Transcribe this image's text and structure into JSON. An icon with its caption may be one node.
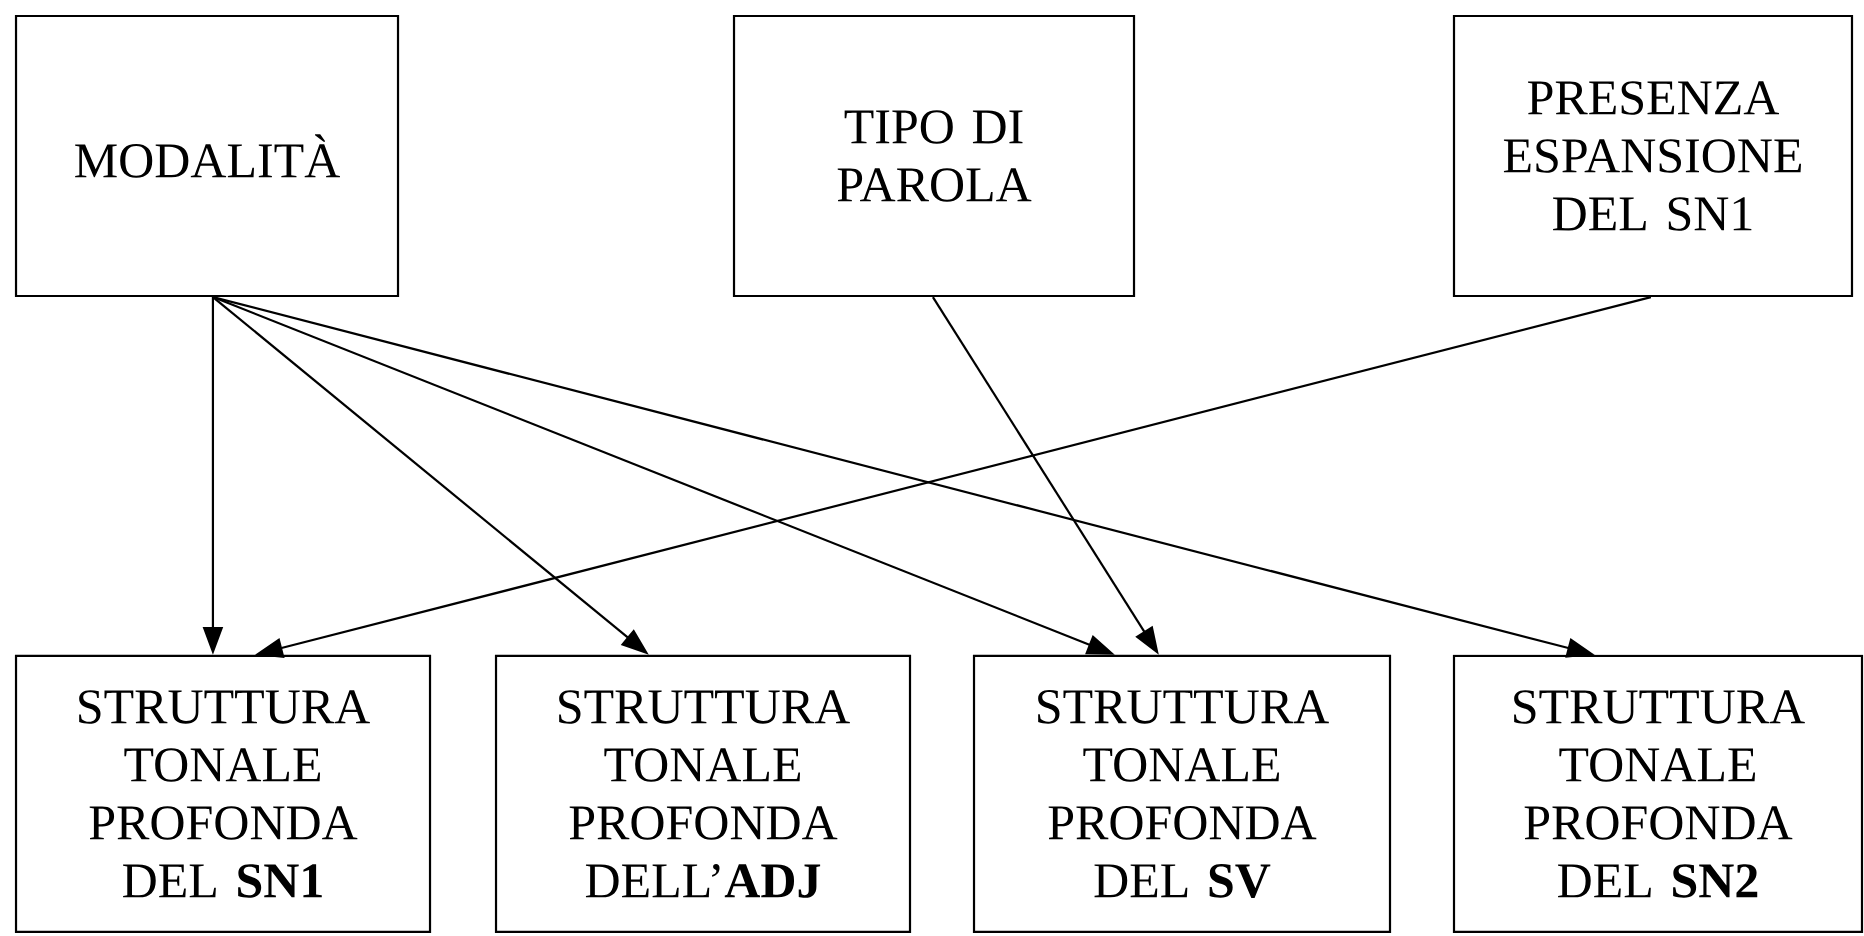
{
  "diagram": {
    "nodes": [
      {
        "text": [
          "MODALITÀ"
        ]
      },
      {
        "text": [
          "TIPO DI PAROLA"
        ]
      },
      {
        "text": [
          "PRESENZA ESPANSIONE DEL SN1"
        ]
      },
      {
        "text": [
          "STRUTTURA TONALE PROFONDA DEL **SN1**"
        ]
      },
      {
        "text": [
          "STRUTTURA TONALE PROFONDA DELL’**ADJ**"
        ]
      },
      {
        "text": [
          "STRUTTURA TONALE PROFONDA DEL **SV**"
        ]
      },
      {
        "text": [
          "STRUTTURA TONALE PROFONDA DEL **SN2**"
        ]
      }
    ],
    "edges": [
      {
        "from": 0,
        "to": 3,
        "arrow": "to"
      },
      {
        "from": 0,
        "to": 4,
        "arrow": "to"
      },
      {
        "from": 0,
        "to": 5,
        "arrow": "to"
      },
      {
        "from": 0,
        "to": 6,
        "arrow": "to"
      },
      {
        "from": 1,
        "to": 5,
        "arrow": "to"
      },
      {
        "from": 2,
        "to": 3,
        "arrow": "to"
      }
    ]
  }
}
